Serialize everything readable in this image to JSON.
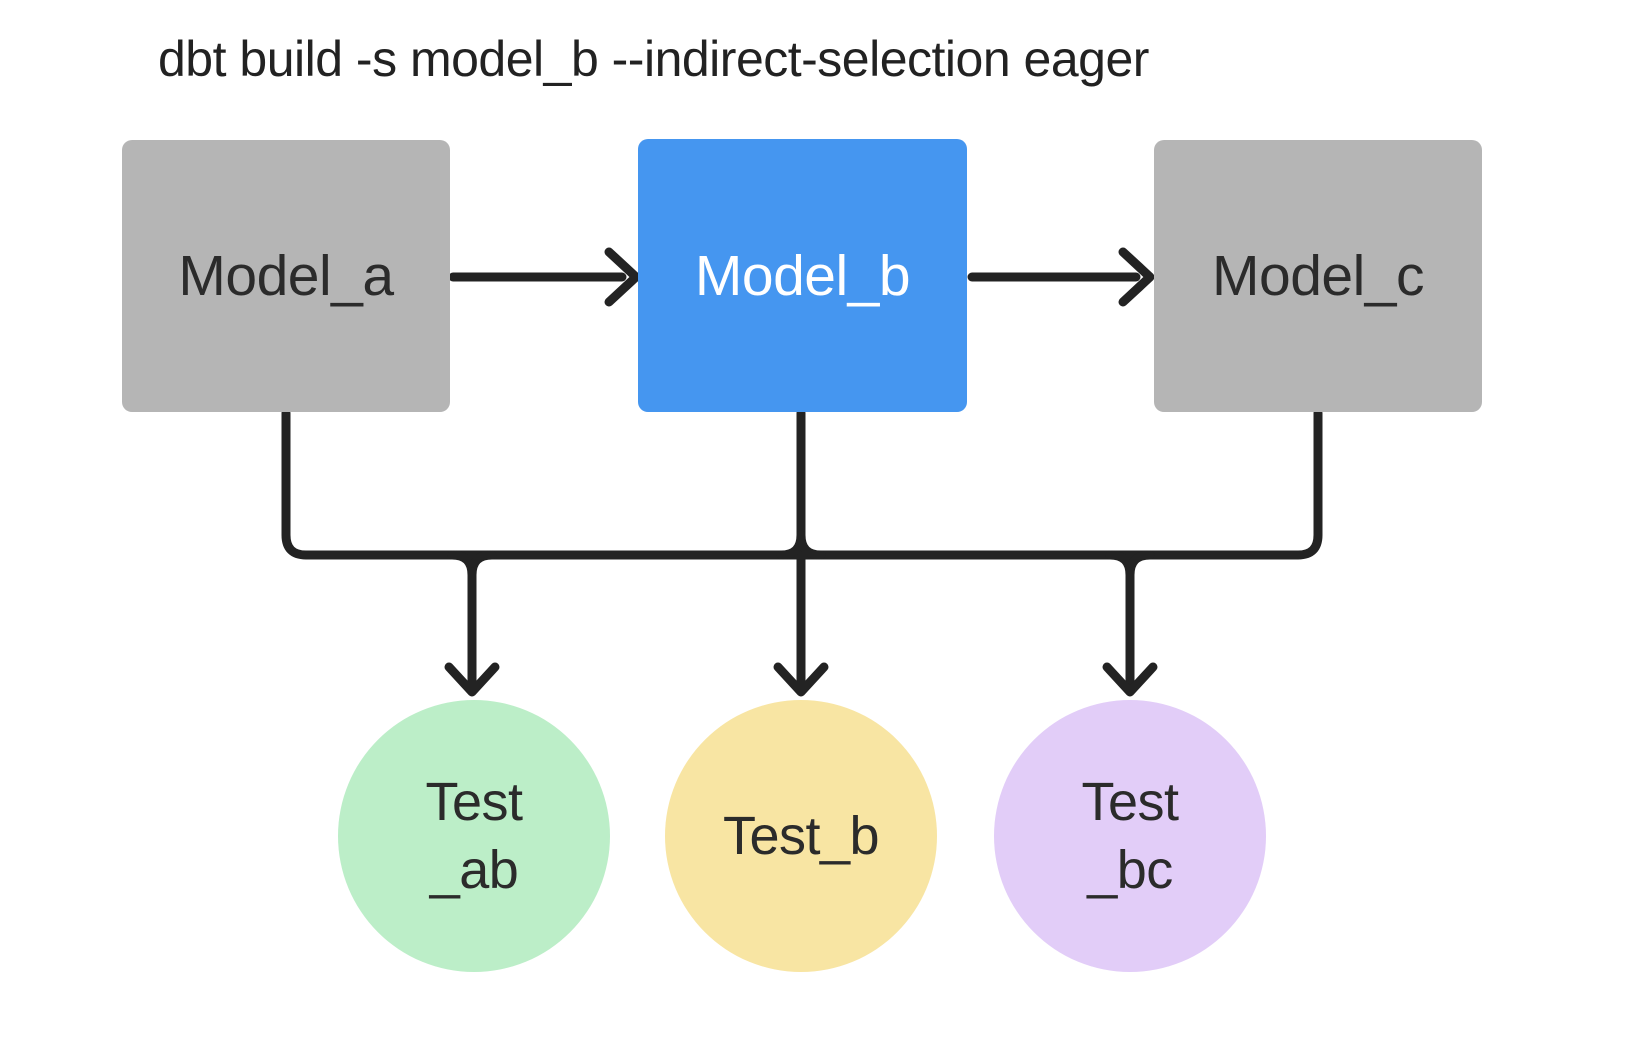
{
  "diagram": {
    "title": "dbt build -s model_b --indirect-selection eager",
    "models": [
      {
        "id": "model_a",
        "label": "Model_a",
        "selected": false
      },
      {
        "id": "model_b",
        "label": "Model_b",
        "selected": true
      },
      {
        "id": "model_c",
        "label": "Model_c",
        "selected": false
      }
    ],
    "tests": [
      {
        "id": "test_ab",
        "label_line1": "Test",
        "label_line2": "_ab"
      },
      {
        "id": "test_b",
        "label_line1": "Test_b",
        "label_line2": ""
      },
      {
        "id": "test_bc",
        "label_line1": "Test",
        "label_line2": "_bc"
      }
    ],
    "edges": [
      {
        "from": "model_a",
        "to": "model_b"
      },
      {
        "from": "model_b",
        "to": "model_c"
      },
      {
        "from": "model_a",
        "to": "test_ab"
      },
      {
        "from": "model_b",
        "to": "test_ab"
      },
      {
        "from": "model_b",
        "to": "test_b"
      },
      {
        "from": "model_b",
        "to": "test_bc"
      },
      {
        "from": "model_c",
        "to": "test_bc"
      }
    ],
    "colors": {
      "background": "#ffffff",
      "model_default": "#b5b5b5",
      "model_selected": "#4596f0",
      "test_ab": "#bceec8",
      "test_b": "#f8e5a3",
      "test_bc": "#e2cdf8",
      "edge": "#232323",
      "text_dark": "#2b2b2b",
      "text_light": "#ffffff",
      "title_text": "#222222"
    }
  }
}
